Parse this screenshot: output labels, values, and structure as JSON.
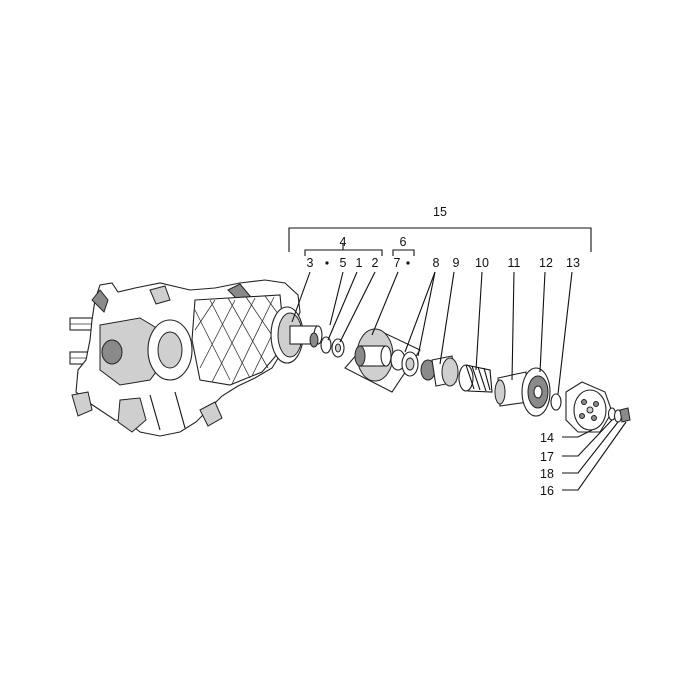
{
  "diagram": {
    "labels": {
      "l15": "15",
      "l4": "4",
      "l6": "6",
      "l3": "3",
      "l5": "5",
      "l1": "1",
      "l2": "2",
      "l7": "7",
      "l8": "8",
      "l9": "9",
      "l10": "10",
      "l11": "11",
      "l12": "12",
      "l13": "13",
      "l14": "14",
      "l17": "17",
      "l18": "18",
      "l16": "16"
    }
  }
}
